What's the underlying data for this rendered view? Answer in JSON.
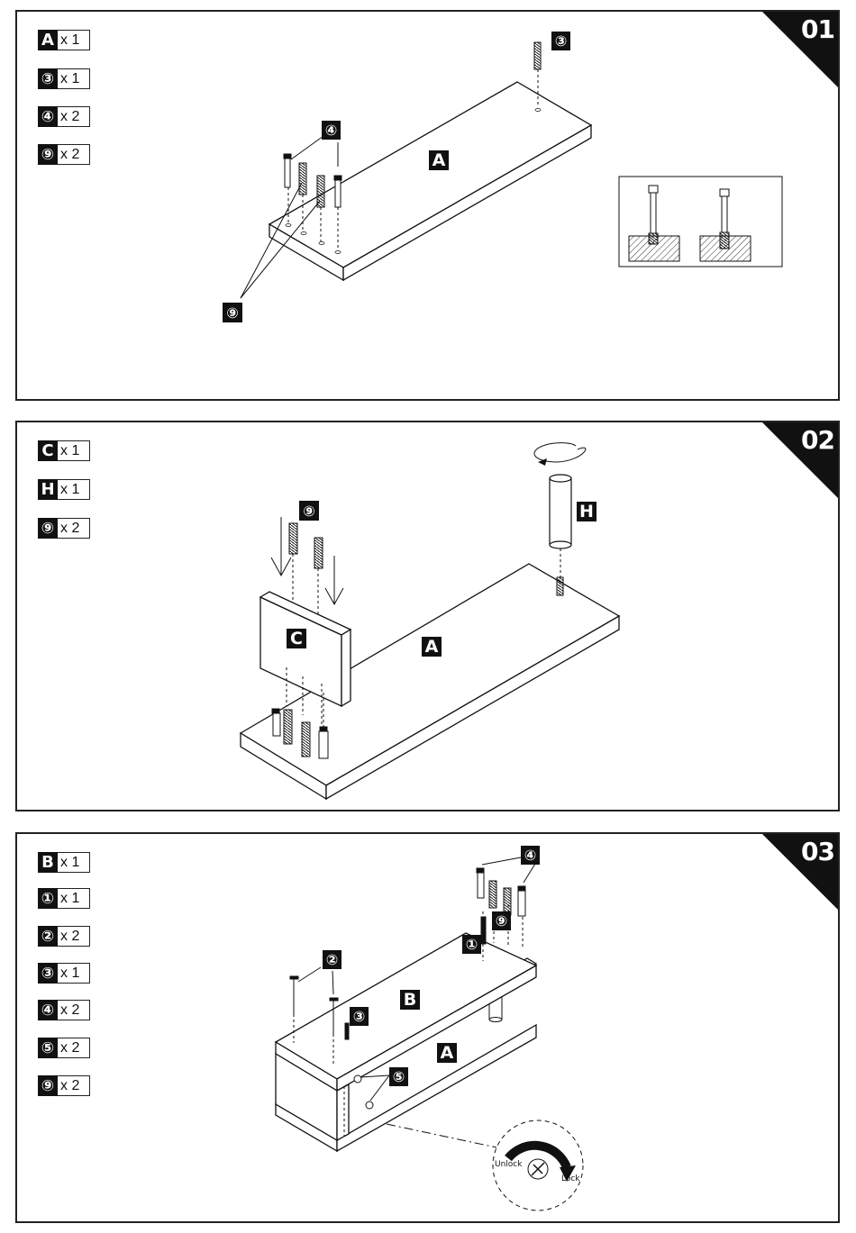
{
  "steps": [
    {
      "number": "01",
      "parts": [
        {
          "code": "A",
          "qty": "x 1"
        },
        {
          "code": "③",
          "qty": "x 1"
        },
        {
          "code": "④",
          "qty": "x 2"
        },
        {
          "code": "⑨",
          "qty": "x 2"
        }
      ],
      "labels": {
        "board": "A",
        "screw": "③",
        "cam_bolt": "④",
        "dowel": "⑨"
      }
    },
    {
      "number": "02",
      "parts": [
        {
          "code": "C",
          "qty": "x 1"
        },
        {
          "code": "H",
          "qty": "x 1"
        },
        {
          "code": "⑨",
          "qty": "x 2"
        }
      ],
      "labels": {
        "dowel": "⑨",
        "side_panel": "C",
        "board": "A",
        "leg": "H"
      }
    },
    {
      "number": "03",
      "parts": [
        {
          "code": "B",
          "qty": "x 1"
        },
        {
          "code": "①",
          "qty": "x 1"
        },
        {
          "code": "②",
          "qty": "x 2"
        },
        {
          "code": "③",
          "qty": "x 1"
        },
        {
          "code": "④",
          "qty": "x 2"
        },
        {
          "code": "⑤",
          "qty": "x 2"
        },
        {
          "code": "⑨",
          "qty": "x 2"
        }
      ],
      "labels": {
        "top_board": "B",
        "bottom_board": "A",
        "screw_long": "②",
        "screw": "③",
        "cam_bolt": "④",
        "dowel": "⑨",
        "bolt_1": "①",
        "cam_lock": "⑤",
        "unlock": "Unlock",
        "lock": "Lock"
      }
    }
  ]
}
